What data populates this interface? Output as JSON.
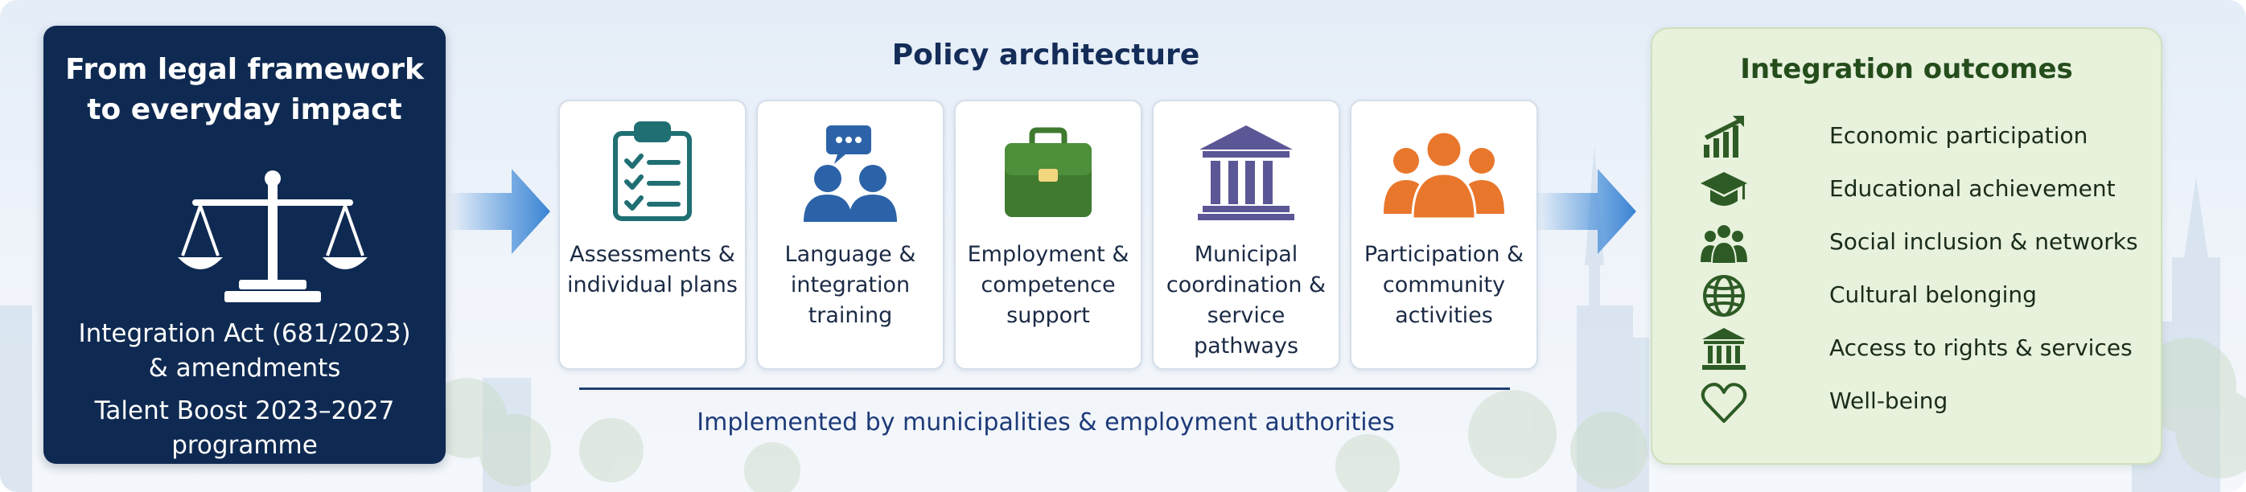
{
  "framework": {
    "title_line1": "From legal framework",
    "title_line2": "to everyday impact",
    "act_line1": "Integration Act (681/2023)",
    "act_line2": "& amendments",
    "programme_line1": "Talent Boost 2023–2027",
    "programme_line2": "programme"
  },
  "architecture": {
    "title": "Policy architecture",
    "implemented_by": "Implemented by municipalities & employment authorities",
    "cards": [
      {
        "icon": "clipboard-checklist-icon",
        "line1": "Assessments &",
        "line2": "individual plans",
        "line3": ""
      },
      {
        "icon": "people-chat-icon",
        "line1": "Language &",
        "line2": "integration",
        "line3": "training"
      },
      {
        "icon": "briefcase-icon",
        "line1": "Employment &",
        "line2": "competence",
        "line3": "support"
      },
      {
        "icon": "municipal-building-icon",
        "line1": "Municipal",
        "line2": "coordination &",
        "line3": "service pathways"
      },
      {
        "icon": "community-group-icon",
        "line1": "Participation &",
        "line2": "community",
        "line3": "activities"
      }
    ]
  },
  "outcomes": {
    "title": "Integration outcomes",
    "items": [
      {
        "icon": "growth-chart-icon",
        "label": "Economic participation"
      },
      {
        "icon": "graduation-cap-icon",
        "label": "Educational achievement"
      },
      {
        "icon": "people-group-icon",
        "label": "Social inclusion & networks"
      },
      {
        "icon": "globe-icon",
        "label": "Cultural belonging"
      },
      {
        "icon": "institution-icon",
        "label": "Access to rights & services"
      },
      {
        "icon": "heart-icon",
        "label": "Well-being"
      }
    ]
  },
  "colors": {
    "framework_panel": "#0f2a52",
    "arrow": "#4a90d9",
    "clipboard": "#1f6f73",
    "people_chat": "#2c63a8",
    "briefcase": "#3f7a2f",
    "municipal": "#5b5796",
    "community": "#e8772c",
    "outcomes_panel": "#e7f1dc",
    "outcome_icons": "#2e5b25"
  }
}
